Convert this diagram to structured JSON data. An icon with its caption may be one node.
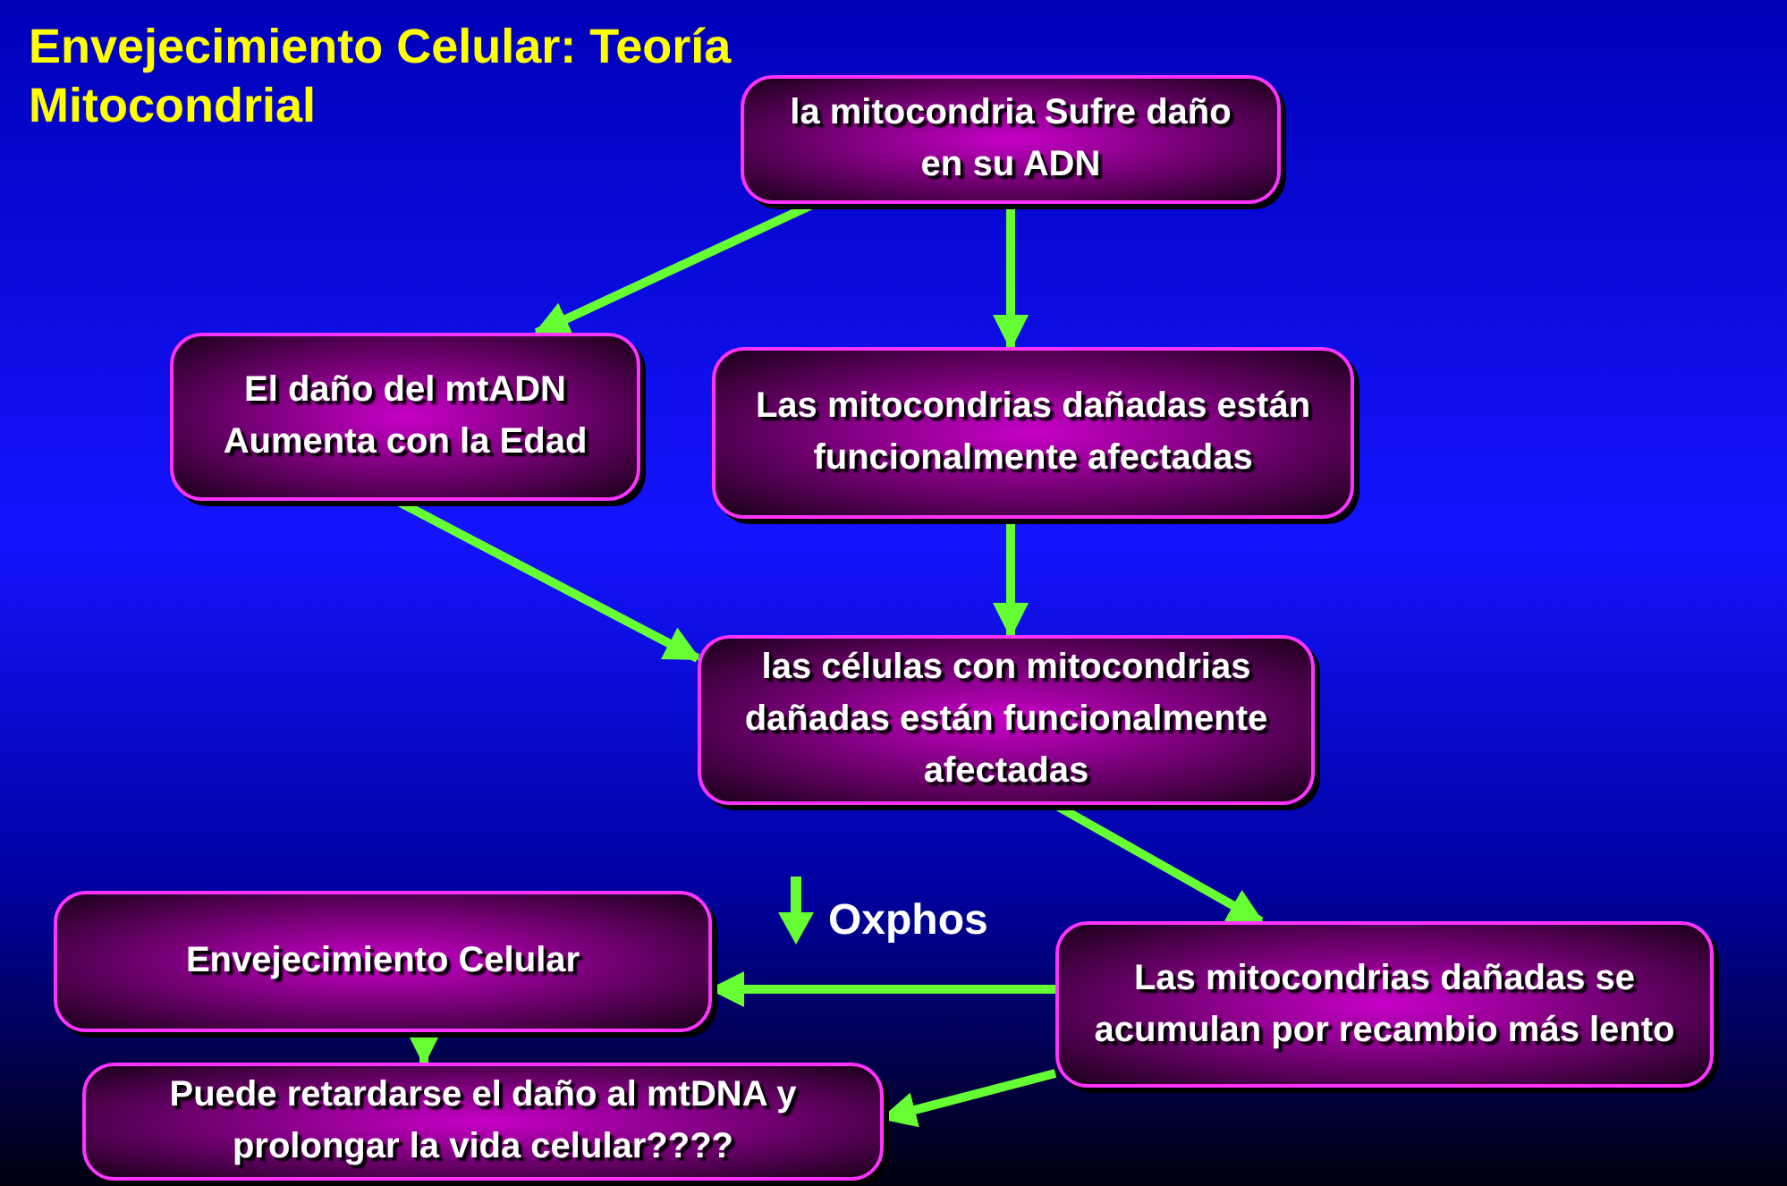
{
  "diagram": {
    "title": "Envejecimiento Celular: Teoría Mitocondrial",
    "nodes": [
      {
        "text": [
          "la mitocondria Sufre daño en su ADN"
        ]
      },
      {
        "text": [
          "El daño del mtADN Aumenta con la Edad"
        ]
      },
      {
        "text": [
          "Las mitocondrias dañadas están funcionalmente afectadas"
        ]
      },
      {
        "text": [
          "las células con mitocondrias dañadas están funcionalmente afectadas"
        ]
      },
      {
        "text": [
          "Las mitocondrias dañadas se acumulan por recambio más lento"
        ]
      },
      {
        "text": [
          "Envejecimiento Celular"
        ]
      },
      {
        "text": [
          "Puede retardarse el daño al mtDNA y prolongar la vida celular????"
        ]
      }
    ],
    "edges": [
      {
        "from": 0,
        "to": 1,
        "arrow": "to"
      },
      {
        "from": 0,
        "to": 2,
        "arrow": "to"
      },
      {
        "from": 1,
        "to": 3,
        "arrow": "to"
      },
      {
        "from": 2,
        "to": 3,
        "arrow": "to"
      },
      {
        "from": 3,
        "to": 4,
        "arrow": "to"
      },
      {
        "from": 4,
        "to": 5,
        "arrow": "to"
      },
      {
        "from": 4,
        "to": 6,
        "arrow": "to"
      },
      {
        "from": 5,
        "to": 6,
        "arrow": "to"
      }
    ],
    "labels": [
      "Oxphos"
    ]
  }
}
